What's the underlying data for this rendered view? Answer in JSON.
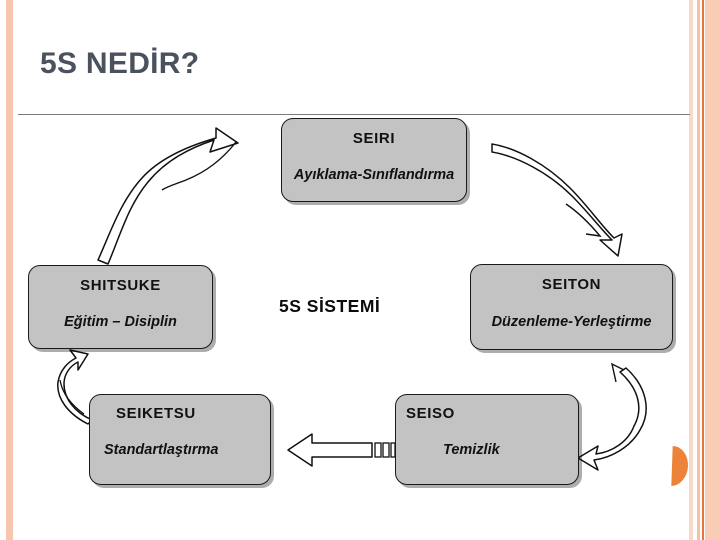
{
  "slide": {
    "title": "5S NEDİR?",
    "title_color": "#4a525e",
    "background_color": "#ffffff",
    "accent_stripe_color": "#f7c6ae",
    "accent_orange": "#e8743a",
    "box_fill_color": "#c3c3c3",
    "box_border_color": "#1a1a1a"
  },
  "center": {
    "label": "5S  SİSTEMİ"
  },
  "diagram": {
    "boxes": [
      {
        "id": "seiri",
        "japanese": "SEIRI",
        "turkish": "Ayıklama-Sınıflandırma",
        "position": "top"
      },
      {
        "id": "seiton",
        "japanese": "SEITON",
        "turkish": "Düzenleme-Yerleştirme",
        "position": "right"
      },
      {
        "id": "seiso",
        "japanese": "SEISO",
        "turkish": "Temizlik",
        "position": "bottom-right"
      },
      {
        "id": "seiketsu",
        "japanese": "SEIKETSU",
        "turkish": "Standartlaştırma",
        "position": "bottom-left"
      },
      {
        "id": "shitsuke",
        "japanese": "SHITSUKE",
        "turkish": "Eğitim – Disiplin",
        "position": "left"
      }
    ],
    "arrows": [
      {
        "id": "arrow-shitsuke-to-seiri",
        "from": "shitsuke",
        "to": "seiri",
        "style": "hand-drawn-curved"
      },
      {
        "id": "arrow-seiri-to-seiton",
        "from": "seiri",
        "to": "seiton",
        "style": "hand-drawn-curved"
      },
      {
        "id": "arrow-seiton-to-seiso",
        "from": "seiton",
        "to": "seiso",
        "style": "hand-drawn-curved"
      },
      {
        "id": "arrow-seiso-to-seiketsu",
        "from": "seiso",
        "to": "seiketsu",
        "style": "straight-block"
      },
      {
        "id": "arrow-seiketsu-to-shitsuke",
        "from": "seiketsu",
        "to": "shitsuke",
        "style": "hand-drawn-curved"
      }
    ]
  }
}
